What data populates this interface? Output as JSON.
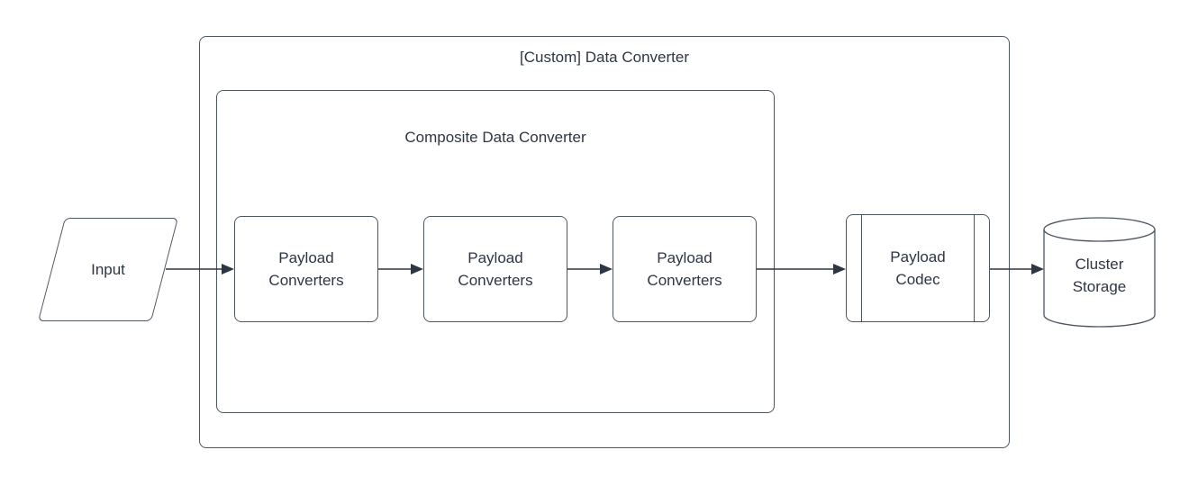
{
  "diagram": {
    "containers": {
      "outer": {
        "label": "[Custom] Data Converter"
      },
      "inner": {
        "label": "Composite Data Converter"
      }
    },
    "nodes": {
      "input": {
        "label": "Input",
        "shape": "parallelogram"
      },
      "payload_converters": [
        {
          "label": "Payload\nConverters",
          "shape": "rounded-rectangle"
        },
        {
          "label": "Payload\nConverters",
          "shape": "rounded-rectangle"
        },
        {
          "label": "Payload\nConverters",
          "shape": "rounded-rectangle"
        }
      ],
      "payload_codec": {
        "label": "Payload\nCodec",
        "shape": "predefined-process"
      },
      "cluster_storage": {
        "label": "Cluster\nStorage",
        "shape": "cylinder"
      }
    },
    "edges": [
      {
        "from": "input",
        "to": "payload-converters-1"
      },
      {
        "from": "payload-converters-1",
        "to": "payload-converters-2"
      },
      {
        "from": "payload-converters-2",
        "to": "payload-converters-3"
      },
      {
        "from": "payload-converters-3",
        "to": "payload-codec"
      },
      {
        "from": "payload-codec",
        "to": "cluster-storage"
      }
    ],
    "colors": {
      "shape_stroke": "#4d5660",
      "text": "#2e3543",
      "arrow": "#2e3543",
      "background": "#ffffff"
    }
  }
}
